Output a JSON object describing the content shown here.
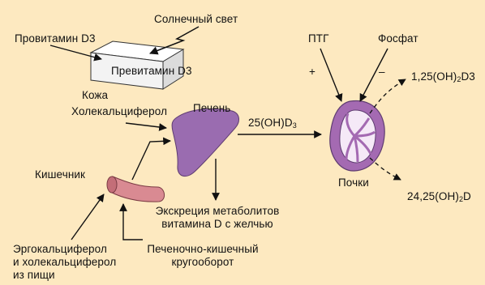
{
  "labels": {
    "sunlight": "Солнечный свет",
    "provitamin_d3": "Провитамин D3",
    "previtamin_d3": "Превитамин D3",
    "skin": "Кожа",
    "cholecalciferol": "Холекальциферол",
    "liver": "Печень",
    "hydroxy_d3_prefix": "25(OH)D",
    "hydroxy_d3_sub": "3",
    "pth": "ПТГ",
    "phosphate": "Фосфат",
    "plus_sign": "+",
    "minus_sign": "–",
    "calcitriol_prefix": "1,25(OH)",
    "calcitriol_sub": "2",
    "calcitriol_suffix": "D3",
    "kidney": "Почки",
    "secalciferol_prefix": "24,25(OH)",
    "secalciferol_sub": "2",
    "secalciferol_suffix": "D",
    "intestine": "Кишечник",
    "excretion_line1": "Экскреция метаболитов",
    "excretion_line2": "витамина D с желчью",
    "dietary_line1": "Эргокальциферол",
    "dietary_line2": "и холекальциферол",
    "dietary_line3": "из пищи",
    "enterohepatic_line1": "Печеночно-кишечный",
    "enterohepatic_line2": "кругооборот"
  },
  "colors": {
    "background": "#fde9c0",
    "liver_fill": "#9a6cb0",
    "intestine_fill": "#d98a92",
    "kidney_fill": "#a46ab2",
    "skin_box": "#ffffff"
  }
}
